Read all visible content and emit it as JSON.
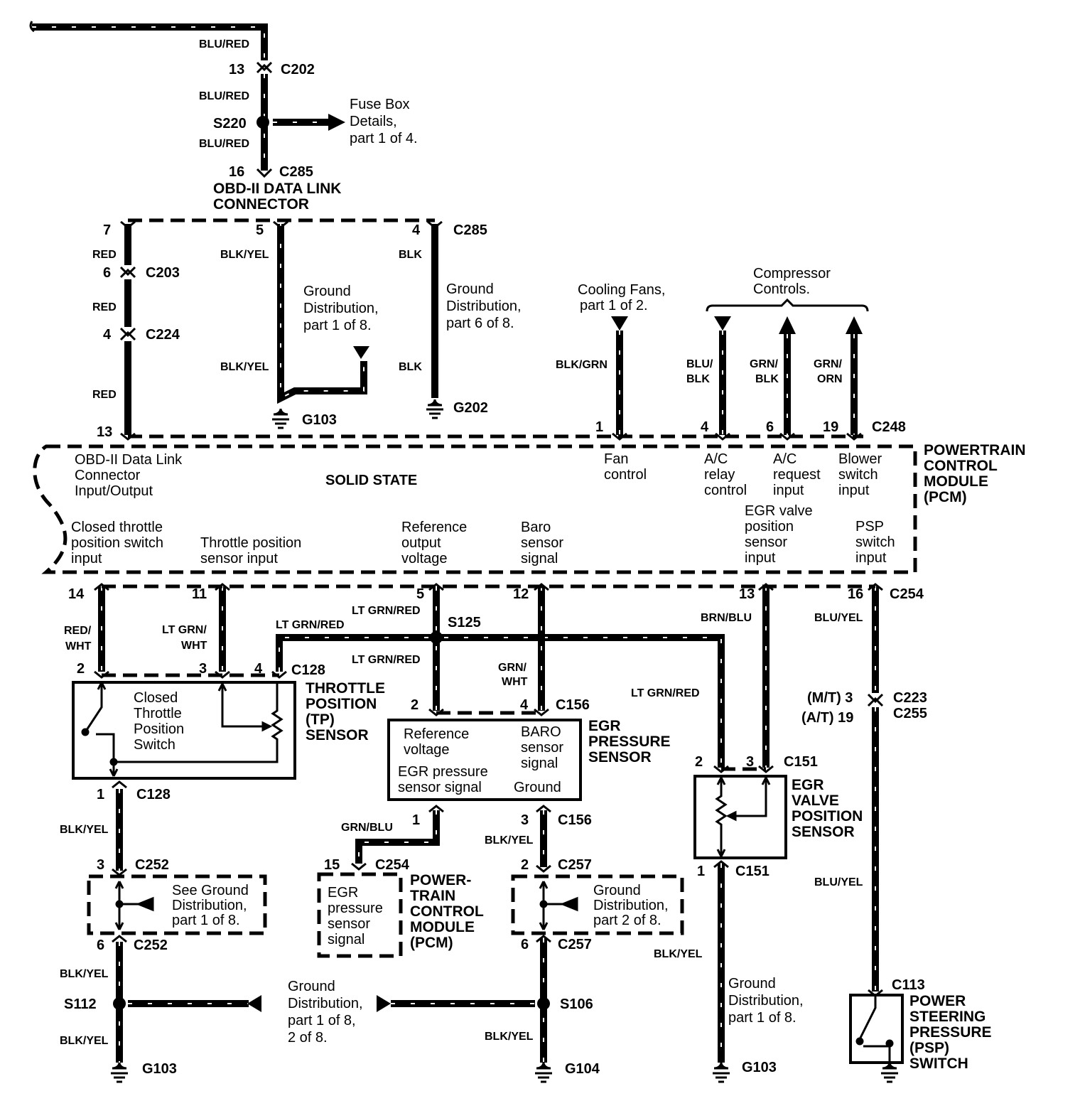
{
  "fuse_box_ref": [
    "Fuse Box",
    "Details,",
    "part 1 of 4."
  ],
  "dlc_title": [
    "OBD-II DATA LINK",
    "CONNECTOR"
  ],
  "top_wires": {
    "blu_red": "BLU/RED",
    "red": "RED",
    "blk_yel": "BLK/YEL",
    "blk": "BLK",
    "blk_grn": "BLK/GRN",
    "blu_blk": [
      "BLU/",
      "BLK"
    ],
    "grn_blk": [
      "GRN/",
      "BLK"
    ],
    "grn_orn": [
      "GRN/",
      "ORN"
    ]
  },
  "connectors": {
    "c202": "C202",
    "c285": "C285",
    "s220": "S220",
    "c203": "C203",
    "c224": "C224",
    "g103": "G103",
    "g202": "G202",
    "c248": "C248",
    "c254": "C254",
    "s125": "S125",
    "c128": "C128",
    "c156": "C156",
    "c151": "C151",
    "c223": "C223",
    "c255": "C255",
    "c252": "C252",
    "c257": "C257",
    "s112": "S112",
    "s106": "S106",
    "g104": "G104",
    "c113": "C113"
  },
  "pins": {
    "p13": "13",
    "p16": "16",
    "p7": "7",
    "p5": "5",
    "p4": "4",
    "p6": "6",
    "p1": "1",
    "p19": "19",
    "p14": "14",
    "p11": "11",
    "p12": "12",
    "p2": "2",
    "p3": "3",
    "p15": "15",
    "mt": "(M/T) 3",
    "at": "(A/T) 19"
  },
  "ground_dist": {
    "g1": [
      "Ground",
      "Distribution,",
      "part 1 of 8."
    ],
    "g6": [
      "Ground",
      "Distribution,",
      "part 6 of 8."
    ],
    "see": [
      "See Ground",
      "Distribution,",
      "part 1 of 8."
    ],
    "g2": [
      "Ground",
      "Distribution,",
      "part 2 of 8."
    ],
    "g12": [
      "Ground",
      "Distribution,",
      "part 1 of 8,",
      "2 of 8."
    ],
    "g1b": [
      "Ground",
      "Distribution,",
      "part 1 of 8."
    ]
  },
  "cooling_fans": [
    "Cooling Fans,",
    "part 1 of 2."
  ],
  "compressor": [
    "Compressor",
    "Controls."
  ],
  "pcm": {
    "title": [
      "POWERTRAIN",
      "CONTROL",
      "MODULE",
      "(PCM)"
    ],
    "solid_state": "SOLID STATE",
    "dlc_io": [
      "OBD-II Data Link",
      "Connector",
      "Input/Output"
    ],
    "fan": [
      "Fan",
      "control"
    ],
    "ac_relay": [
      "A/C",
      "relay",
      "control"
    ],
    "ac_request": [
      "A/C",
      "request",
      "input"
    ],
    "blower": [
      "Blower",
      "switch",
      "input"
    ],
    "closed_tp": [
      "Closed  throttle",
      "position switch",
      "input"
    ],
    "tp_input": [
      "Throttle position",
      "sensor input"
    ],
    "ref_out": [
      "Reference",
      "output",
      "voltage"
    ],
    "baro": [
      "Baro",
      "sensor",
      "signal"
    ],
    "egr_pos": [
      "EGR valve",
      "position",
      "sensor",
      "input"
    ],
    "psp": [
      "PSP",
      "switch",
      "input"
    ]
  },
  "lower_wires": {
    "red_wht": [
      "RED/",
      "WHT"
    ],
    "ltgrn_wht": [
      "LT GRN/",
      "WHT"
    ],
    "ltgrn_red": "LT GRN/RED",
    "grn_wht": [
      "GRN/",
      "WHT"
    ],
    "brn_blu": "BRN/BLU",
    "blu_yel": "BLU/YEL",
    "blk_yel": "BLK/YEL",
    "grn_blu": "GRN/BLU"
  },
  "tp_sensor": {
    "title": [
      "THROTTLE",
      "POSITION",
      "(TP)",
      "SENSOR"
    ],
    "switch": [
      "Closed",
      "Throttle",
      "Position",
      "Switch"
    ]
  },
  "egr_pressure": {
    "title": [
      "EGR",
      "PRESSURE",
      "SENSOR"
    ],
    "ref": [
      "Reference",
      "voltage"
    ],
    "baro": [
      "BARO",
      "sensor",
      "signal"
    ],
    "egr": [
      "EGR pressure",
      "sensor signal"
    ],
    "ground": "Ground"
  },
  "egr_valve": {
    "title": [
      "EGR",
      "VALVE",
      "POSITION",
      "SENSOR"
    ]
  },
  "pcm_small": {
    "title": [
      "POWER-",
      "TRAIN",
      "CONTROL",
      "MODULE",
      "(PCM)"
    ],
    "text": [
      "EGR",
      "pressure",
      "sensor",
      "signal"
    ]
  },
  "psp_switch": {
    "title": [
      "POWER",
      "STEERING",
      "PRESSURE",
      "(PSP)",
      "SWITCH"
    ]
  }
}
